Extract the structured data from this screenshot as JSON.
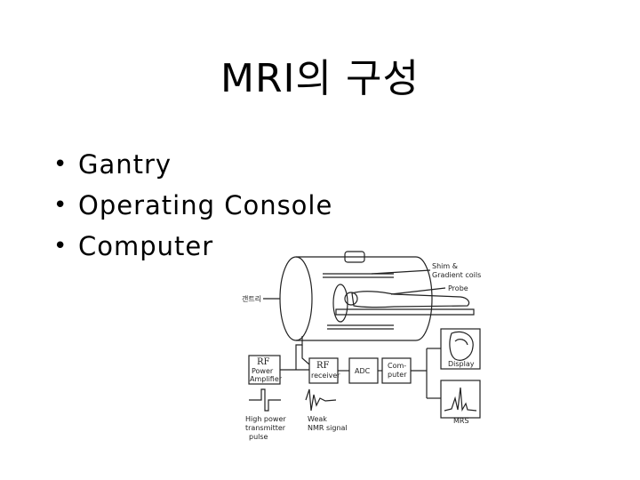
{
  "slide": {
    "title": "MRI의 구성",
    "bullets": [
      "Gantry",
      "Operating Console",
      "Computer"
    ]
  },
  "diagram": {
    "labels": {
      "shim_line1": "Shim &",
      "shim_line2": "Gradient coils",
      "probe": "Probe",
      "gantry": "갠트리",
      "rf_amp_title": "RF",
      "rf_amp_line1": "Power",
      "rf_amp_line2": "Amplifier",
      "rf_recv_title": "RF",
      "rf_recv_line": "receiver",
      "adc": "ADC",
      "computer_line1": "Com-",
      "computer_line2": "puter",
      "display": "Display",
      "mrs": "MRS",
      "highpower_line1": "High power",
      "highpower_line2": "transmitter",
      "highpower_line3": "pulse",
      "weak_line1": "Weak",
      "weak_line2": "NMR signal"
    }
  }
}
